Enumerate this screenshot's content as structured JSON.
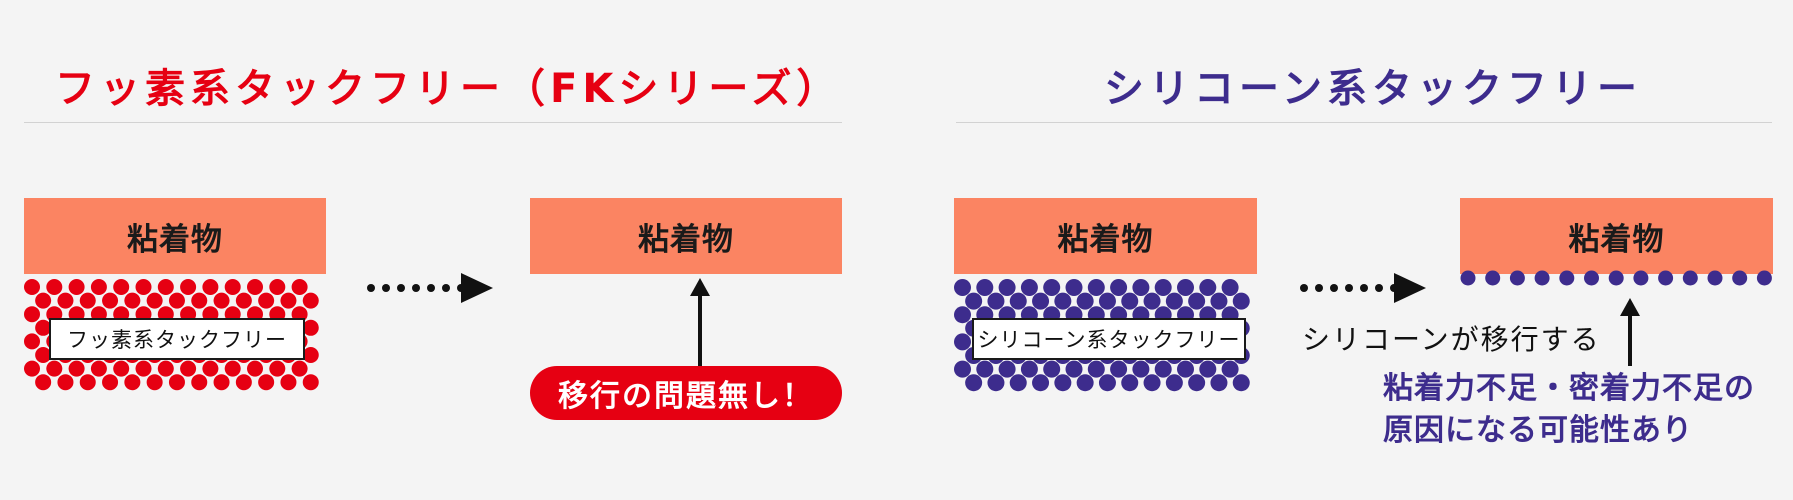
{
  "colors": {
    "fluoro": "#e60012",
    "silicone": "#3d2c8d",
    "box": "#fb8462"
  },
  "left": {
    "title": "フッ素系タックフリー（FKシリーズ）",
    "adhesive_before": "粘着物",
    "dot_label": "フッ素系タックフリー",
    "adhesive_after": "粘着物",
    "result": "移行の問題無し！"
  },
  "right": {
    "title": "シリコーン系タックフリー",
    "adhesive_before": "粘着物",
    "dot_label": "シリコーン系タックフリー",
    "adhesive_after": "粘着物",
    "transfer_note": "シリコーンが移行する",
    "warning_line1": "粘着力不足・密着力不足の",
    "warning_line2": "原因になる可能性あり"
  }
}
